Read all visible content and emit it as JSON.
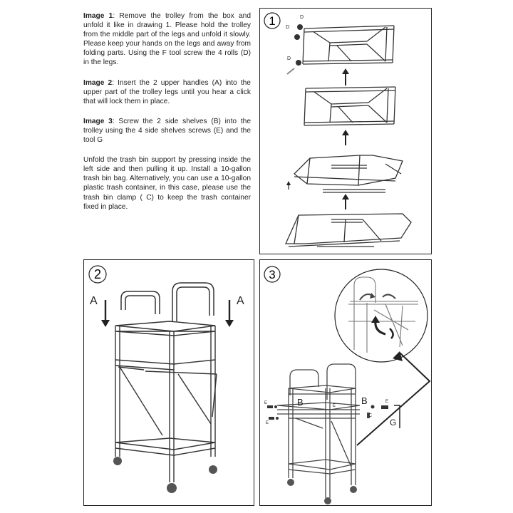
{
  "instructions": [
    {
      "title": "Image 1",
      "text": ": Remove the trolley from the box and unfold it like in drawing 1. Please hold the trolley from the middle part of the legs and unfold it slowly. Please keep your hands on the legs and away from folding parts. Using the F tool screw the 4 rolls (D) in the legs."
    },
    {
      "title": "Image 2",
      "text": ": Insert the 2 upper handles (A) into the upper part of the trolley legs until you hear a click that will lock them in place."
    },
    {
      "title": "Image 3",
      "text": ": Screw the 2 side shelves (B)  into the trolley using the 4 side shelves screws (E) and the tool G"
    },
    {
      "title": "",
      "text": "Unfold the trash bin support by pressing inside the left side and then pulling it up. Install a 10-gallon trash bin bag. Alternatively, you can use a 10-gallon plastic trash container, in this case, please use the trash bin clamp ( C) to keep the trash container fixed in place."
    }
  ],
  "panels": {
    "p1": {
      "number": "1",
      "label_d": "D"
    },
    "p2": {
      "number": "2",
      "label_a": "A"
    },
    "p3": {
      "number": "3",
      "label_b": "B",
      "label_e": "E",
      "label_c": "C",
      "label_g": "G"
    }
  }
}
